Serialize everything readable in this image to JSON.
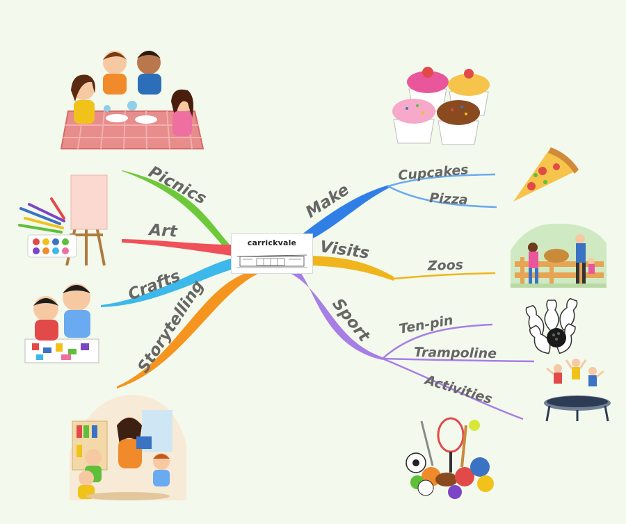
{
  "center": {
    "title": "carrickvale"
  },
  "branches": {
    "picnics": "Picnics",
    "art": "Art",
    "crafts": "Crafts",
    "storytelling": "Storytelling",
    "make": "Make",
    "visits": "Visits",
    "sport": "Sport"
  },
  "leaves": {
    "cupcakes": "Cupcakes",
    "pizza": "Pizza",
    "zoos": "Zoos",
    "tenpin": "Ten-pin",
    "trampoline": "Trampoline",
    "activities": "Activities"
  },
  "colors": {
    "picnics": "#6ec93a",
    "art": "#f0505a",
    "crafts": "#3cb8ea",
    "storytelling": "#f5951f",
    "make": "#2f7fe6",
    "make_leaves": "#6aaaf0",
    "visits": "#f0b51c",
    "sport": "#a77ee6",
    "label": "#666666",
    "background": "#f3f9ec"
  },
  "illustrations": [
    "picnic-children-illustration",
    "art-easel-illustration",
    "crafts-children-illustration",
    "storytelling-illustration",
    "cupcakes-illustration",
    "pizza-slice-illustration",
    "zoo-visit-illustration",
    "bowling-pins-illustration",
    "trampoline-illustration",
    "sports-balls-illustration"
  ]
}
